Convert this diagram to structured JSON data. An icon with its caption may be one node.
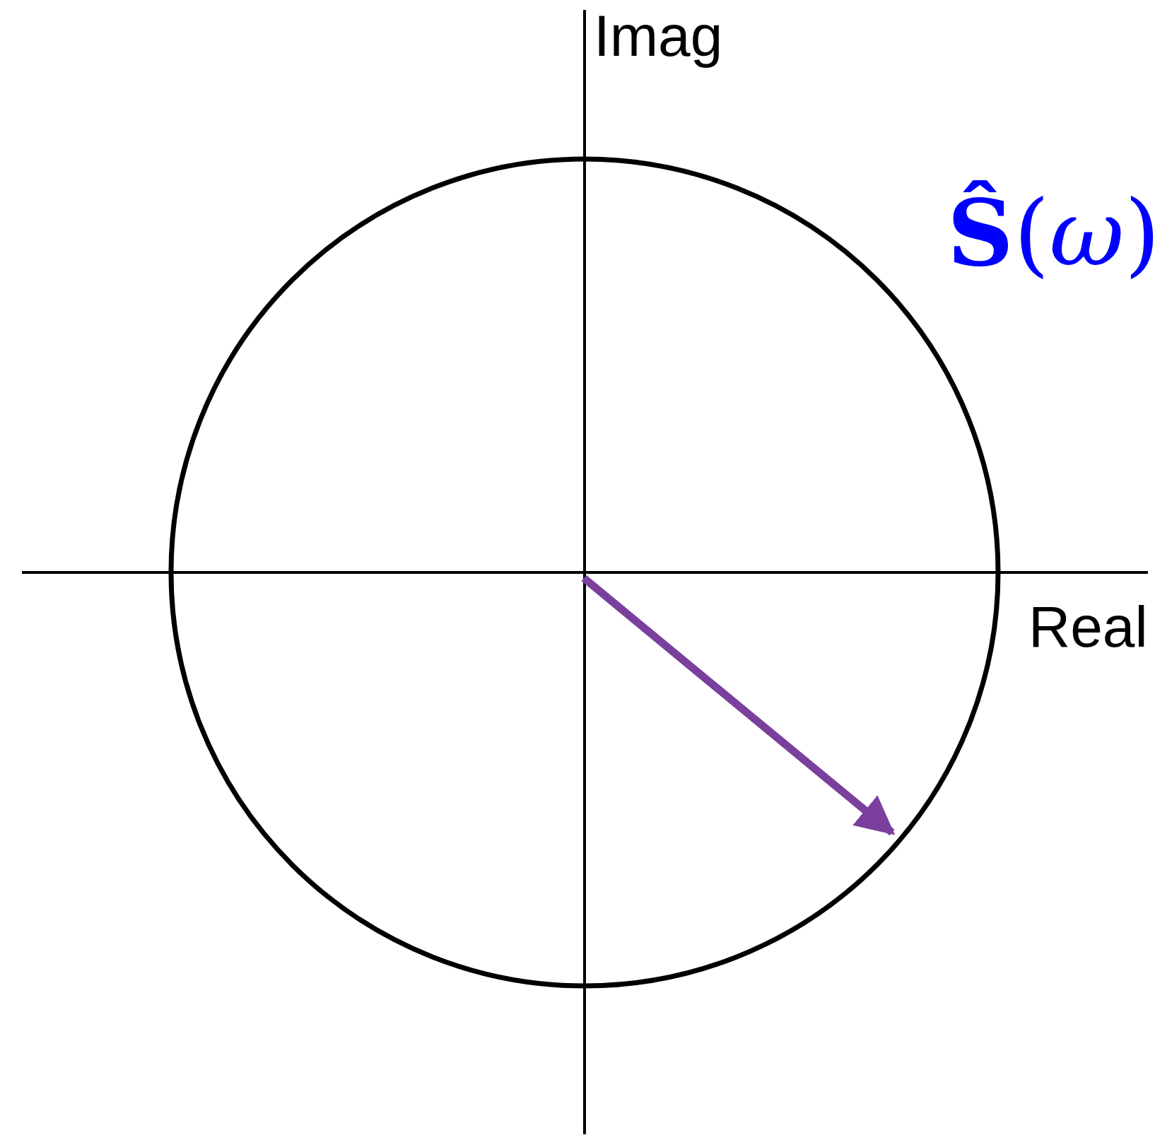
{
  "diagram": {
    "labels": [
      "Imag",
      "Real",
      "**Ŝ**(*ω*)"
    ]
  }
}
